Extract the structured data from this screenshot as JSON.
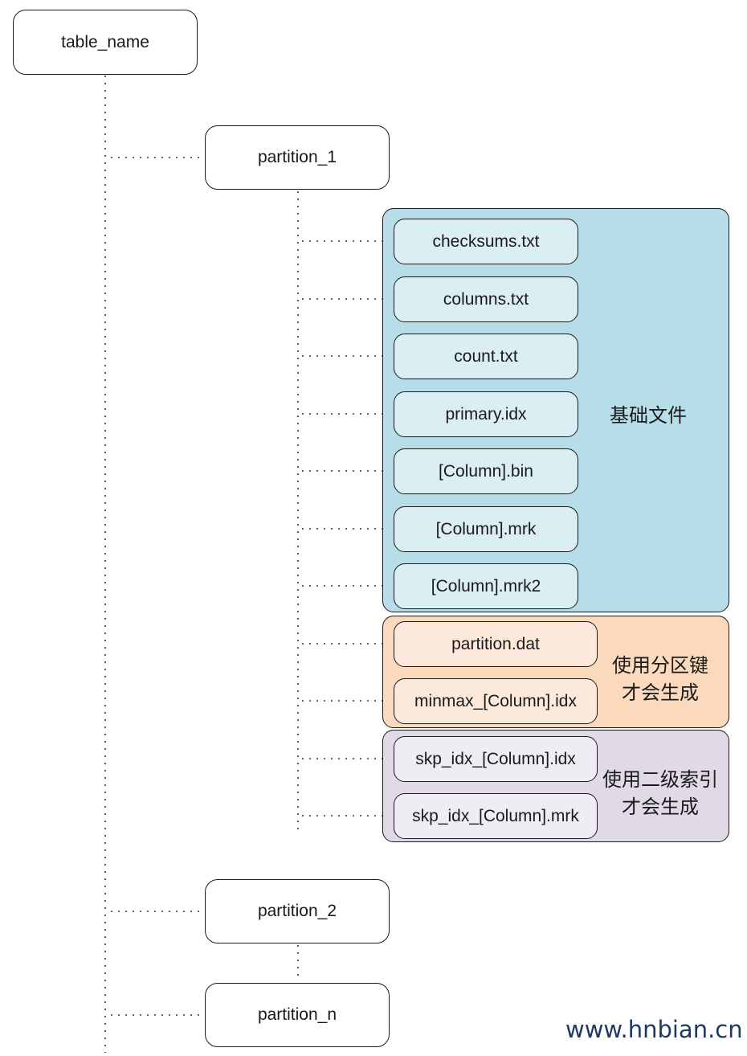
{
  "root": {
    "label": "table_name"
  },
  "partitions": [
    {
      "label": "partition_1"
    },
    {
      "label": "partition_2"
    },
    {
      "label": "partition_n"
    }
  ],
  "groups": {
    "base": {
      "label_lines": [
        "基础文件"
      ],
      "files": [
        "checksums.txt",
        "columns.txt",
        "count.txt",
        "primary.idx",
        "[Column].bin",
        "[Column].mrk",
        "[Column].mrk2"
      ]
    },
    "partition_key": {
      "label_lines": [
        "使用分区键",
        "才会生成"
      ],
      "files": [
        "partition.dat",
        "minmax_[Column].idx"
      ]
    },
    "skip_index": {
      "label_lines": [
        "使用二级索引",
        "才会生成"
      ],
      "files": [
        "skp_idx_[Column].idx",
        "skp_idx_[Column].mrk"
      ]
    }
  },
  "colors": {
    "base_group": "#b7dde8",
    "partition_key_group": "#fad9bd",
    "skip_index_group": "#e0dae6",
    "watermark": "#1f3864"
  },
  "watermark": "www.hnbian.cn"
}
